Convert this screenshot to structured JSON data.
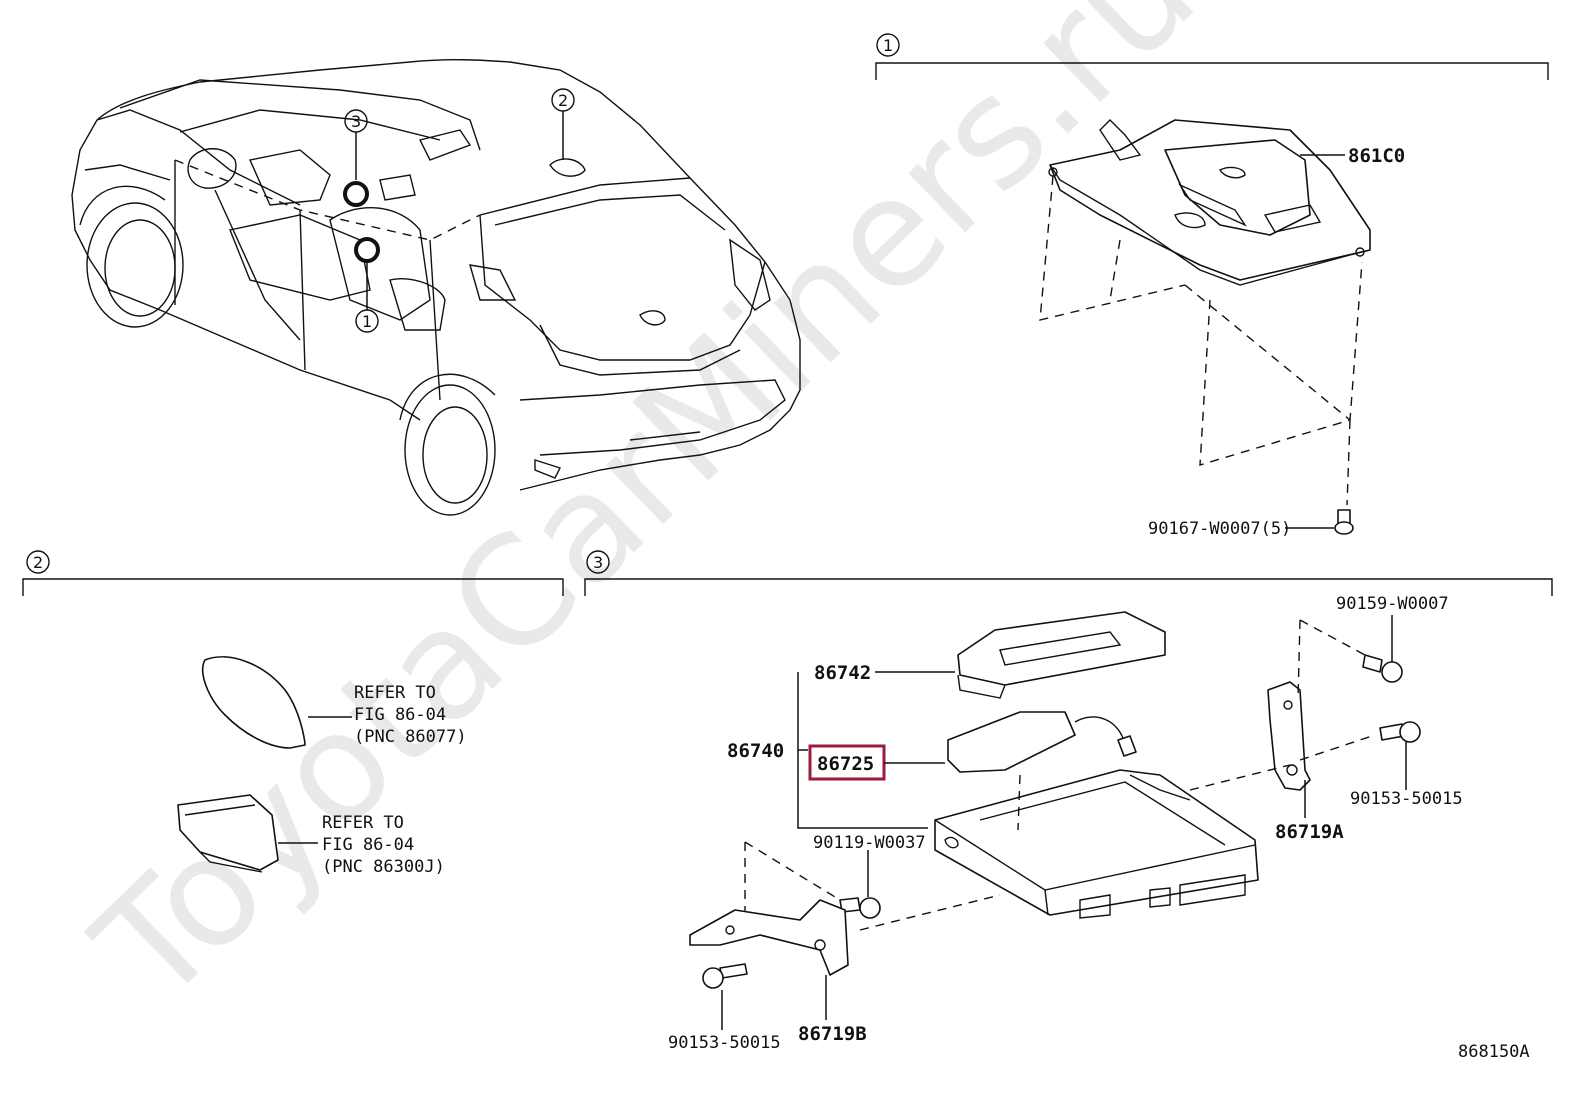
{
  "watermark": "ToyotaCarMiners.ru",
  "figure_code": "868150A",
  "callouts": {
    "one": "1",
    "two": "2",
    "three": "3"
  },
  "section1": {
    "marker": "1",
    "part_861C0": "861C0",
    "screw": "90167-W0007(5)"
  },
  "section2": {
    "marker": "2",
    "ref1": [
      "REFER TO",
      "FIG 86-04",
      "(PNC 86077)"
    ],
    "ref2": [
      "REFER TO",
      "FIG 86-04",
      "(PNC 86300J)"
    ]
  },
  "section3": {
    "marker": "3",
    "labels": {
      "p86742": "86742",
      "p86740": "86740",
      "p86725": "86725",
      "p90119": "90119-W0037",
      "p90159": "90159-W0007",
      "p90153_right": "90153-50015",
      "p86719A": "86719A",
      "p90153_left": "90153-50015",
      "p86719B": "86719B"
    },
    "highlight_color": "#9a1b3a"
  }
}
